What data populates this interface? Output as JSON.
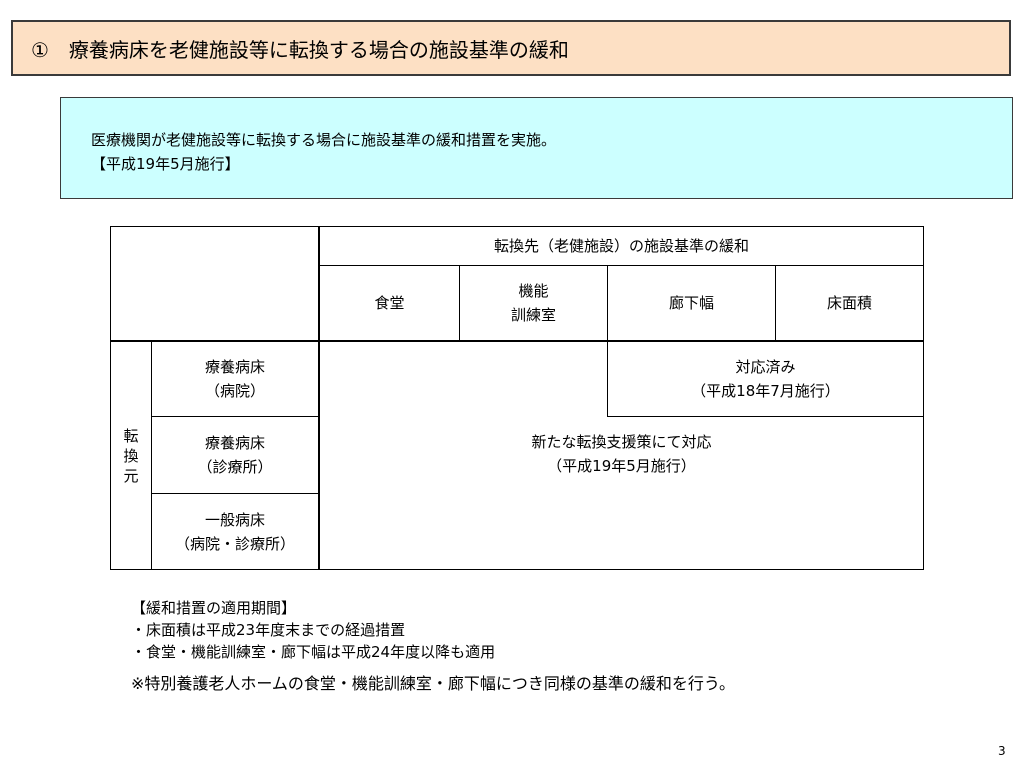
{
  "title": "①　療養病床を老健施設等に転換する場合の施設基準の緩和",
  "summary": {
    "line1": "医療機関が老健施設等に転換する場合に施設基準の緩和措置を実施。",
    "line2": "【平成19年5月施行】"
  },
  "table": {
    "header_main": "転換先（老健施設）の施設基準の緩和",
    "columns": [
      "食堂",
      "機能",
      "訓練室",
      "廊下幅",
      "床面積"
    ],
    "row_group_chars": [
      "転",
      "換",
      "元"
    ],
    "rows": [
      {
        "line1": "療養病床",
        "line2": "（病院）"
      },
      {
        "line1": "療養病床",
        "line2": "（診療所）"
      },
      {
        "line1": "一般病床",
        "line2": "（病院・診療所）"
      }
    ],
    "done": {
      "line1": "対応済み",
      "line2": "（平成18年7月施行）"
    },
    "new": {
      "line1": "新たな転換支援策にて対応",
      "line2": "（平成19年5月施行）"
    }
  },
  "notes": {
    "heading": "【緩和措置の適用期間】",
    "item1": "・床面積は平成23年度末までの経過措置",
    "item2": "・食堂・機能訓練室・廊下幅は平成24年度以降も適用",
    "extra": "※特別養護老人ホームの食堂・機能訓練室・廊下幅につき同様の基準の緩和を行う。"
  },
  "page_number": "3"
}
